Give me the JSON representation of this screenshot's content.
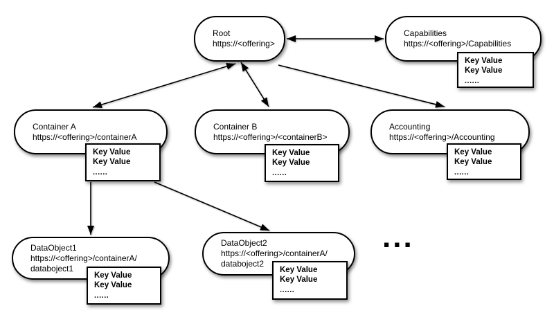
{
  "palette": {
    "stroke": "#000000",
    "fill": "#ffffff",
    "text": "#000000"
  },
  "nodes": [
    {
      "id": "root",
      "title": "Root",
      "url": "https://<offering>"
    },
    {
      "id": "capabilities",
      "title": "Capabilities",
      "url": "https://<offering>/Capabilities",
      "kv": [
        "Key Value",
        "Key Value",
        "......"
      ]
    },
    {
      "id": "container-a",
      "title": "Container A",
      "url": "https://<offering>/containerA",
      "kv": [
        "Key Value",
        "Key Value",
        "......"
      ]
    },
    {
      "id": "container-b",
      "title": "Container B",
      "url": "https://<offering>/<containerB>",
      "kv": [
        "Key Value",
        "Key Value",
        "......"
      ]
    },
    {
      "id": "accounting",
      "title": "Accounting",
      "url": "https://<offering>/Accounting",
      "kv": [
        "Key Value",
        "Key Value",
        "......"
      ]
    },
    {
      "id": "dataobject1",
      "title": "DataObject1",
      "url": "https://<offering>/containerA/\ndataboject1",
      "kv": [
        "Key Value",
        "Key Value",
        "......"
      ]
    },
    {
      "id": "dataobject2",
      "title": "DataObject2",
      "url": "https://<offering>/containerA/\ndataboject2",
      "kv": [
        "Key Value",
        "Key Value",
        "......"
      ]
    }
  ],
  "ellipsis": "..."
}
